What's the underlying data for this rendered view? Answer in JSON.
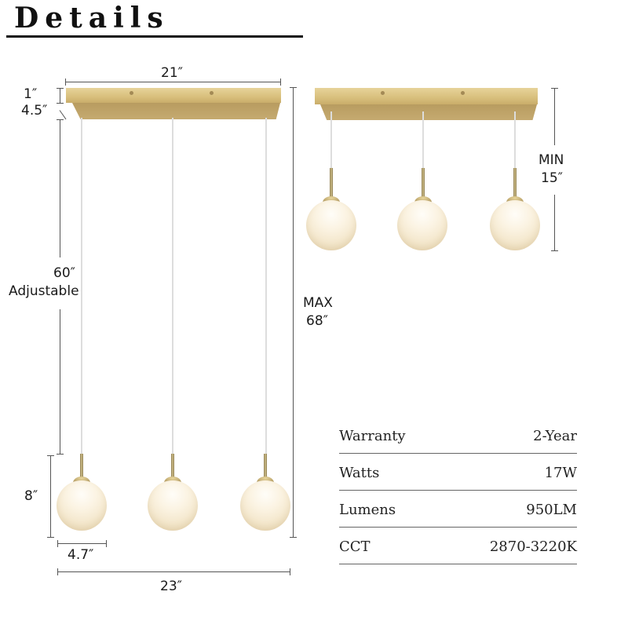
{
  "header": {
    "title": "Details"
  },
  "dimensions": {
    "canopy_length": "21″",
    "canopy_height": "1″",
    "canopy_width": "4.5″",
    "cord_length": "60″",
    "cord_note": "Adjustable",
    "max_label": "MAX",
    "max_height": "68″",
    "min_label": "MIN",
    "min_height": "15″",
    "pendant_height": "8″",
    "globe_diameter": "4.7″",
    "overall_width": "23″"
  },
  "specs": [
    {
      "label": "Warranty",
      "value": "2-Year"
    },
    {
      "label": "Watts",
      "value": "17W"
    },
    {
      "label": "Lumens",
      "value": "950LM"
    },
    {
      "label": "CCT",
      "value": "2870-3220K"
    }
  ],
  "colors": {
    "brass": "#d8bf7c",
    "globe": "#f6ecd6",
    "text": "#1a1a1a",
    "rule": "#111111"
  }
}
